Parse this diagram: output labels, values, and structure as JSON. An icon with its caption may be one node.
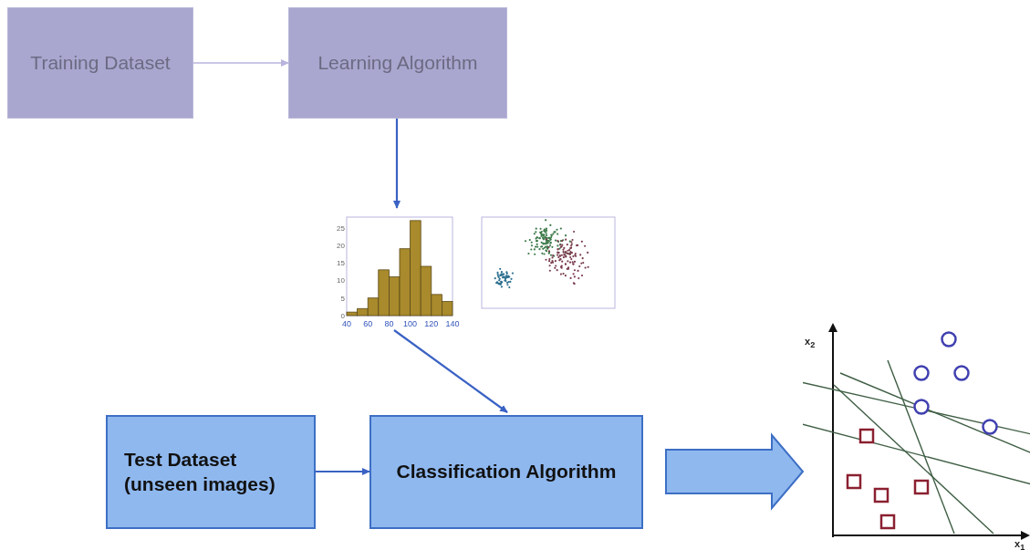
{
  "diagram": {
    "nodes": [
      {
        "text": [
          "Training Dataset"
        ]
      },
      {
        "text": [
          "Learning Algorithm"
        ]
      },
      {
        "text": [],
        "shape": "picture"
      },
      {
        "text": [],
        "shape": "picture"
      },
      {
        "text": [
          "Test Dataset (unseen images)"
        ]
      },
      {
        "text": [
          "Classification Algorithm"
        ]
      },
      {
        "text": [],
        "shape": "picture"
      }
    ],
    "edges": [
      {
        "from": 0,
        "to": 1,
        "arrow": "to",
        "color": "#b8b4de"
      },
      {
        "from": 1,
        "to": 2,
        "arrow": "to"
      },
      {
        "from": 2,
        "to": 5,
        "arrow": "to"
      },
      {
        "from": 4,
        "to": 5,
        "arrow": "to"
      },
      {
        "from": 5,
        "to": 6,
        "arrow": "to",
        "style": "thick",
        "color": "#8fb8ef"
      }
    ],
    "labels": [
      "x$_{2}$",
      "x$_{1}$"
    ],
    "chart_data": {
      "type": "bar",
      "x": [
        45,
        55,
        65,
        75,
        85,
        95,
        105,
        115,
        125,
        135
      ],
      "values": [
        1,
        2,
        5,
        13,
        11,
        19,
        27,
        14,
        6,
        4
      ],
      "xlim": [
        40,
        140
      ],
      "xticks": [
        40,
        60,
        80,
        100,
        120,
        140
      ],
      "yticks": [
        0,
        5,
        10,
        15,
        20,
        25
      ],
      "ylim": [
        0,
        28
      ]
    }
  }
}
